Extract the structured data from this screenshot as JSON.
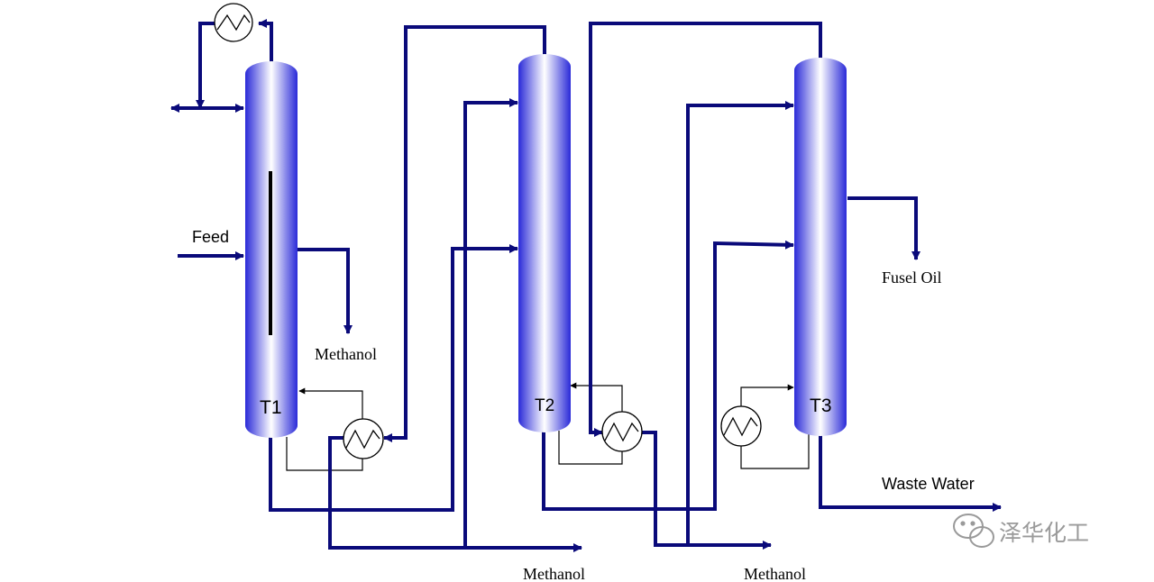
{
  "labels": {
    "feed": "Feed",
    "methanol_t1": "Methanol",
    "methanol_bottom_left": "Methanol",
    "methanol_bottom_right": "Methanol",
    "fusel_oil": "Fusel Oil",
    "waste_water": "Waste Water"
  },
  "columns": {
    "t1": "T1",
    "t2": "T2",
    "t3": "T3"
  },
  "watermark": {
    "text": "泽华化工",
    "icon": "wechat-icon"
  },
  "colors": {
    "pipe": "#0a0a7a",
    "column_edge": "#2a2ad8",
    "column_highlight": "#ffffff",
    "thin_line": "#000000"
  }
}
